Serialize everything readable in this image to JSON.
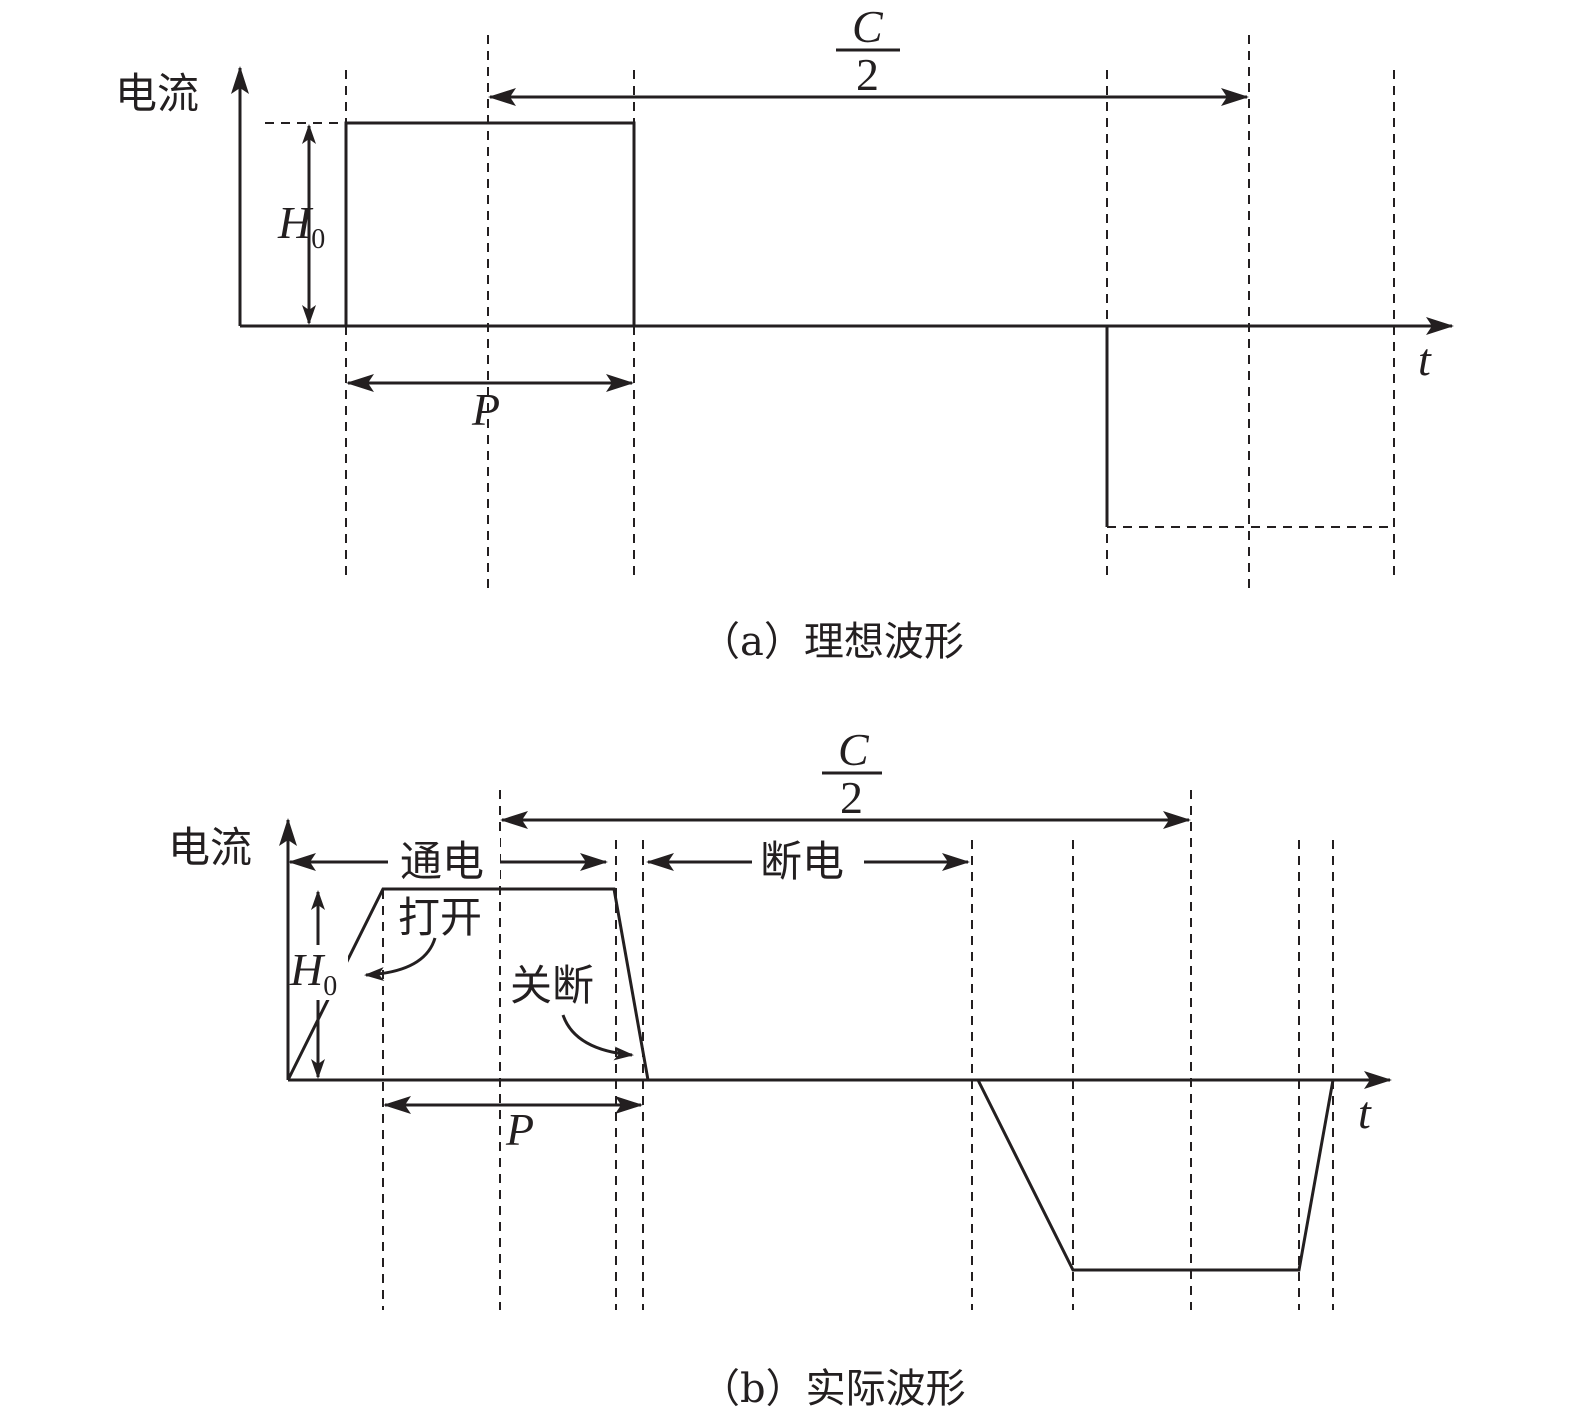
{
  "figure_a": {
    "y_label": "电流",
    "x_label": "t",
    "amplitude_label": "H",
    "amplitude_sub": "0",
    "pulse_label": "P",
    "half_period_num": "C",
    "half_period_den": "2",
    "caption": "（a）理想波形"
  },
  "figure_b": {
    "y_label": "电流",
    "x_label": "t",
    "amplitude_label": "H",
    "amplitude_sub": "0",
    "pulse_label": "P",
    "half_period_num": "C",
    "half_period_den": "2",
    "on_label": "通电",
    "off_label": "断电",
    "turn_on_label": "打开",
    "turn_off_label": "关断",
    "caption": "（b）实际波形"
  },
  "colors": {
    "line": "#231f20",
    "background": "#ffffff"
  }
}
